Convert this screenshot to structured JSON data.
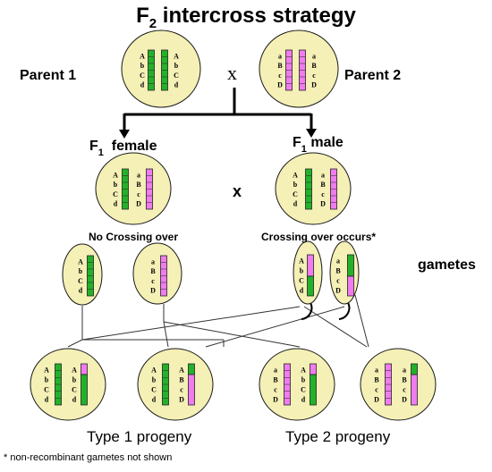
{
  "title": {
    "main": "F",
    "sub": "2",
    "rest": " intercross strategy"
  },
  "labels": {
    "parent1": "Parent 1",
    "parent2": "Parent 2",
    "cross_symbol_top": "x",
    "cross_symbol_mid": "x",
    "f1_female_prefix": "F",
    "f1_female_sub": "1",
    "f1_female_rest": "  female",
    "f1_male_prefix": "F",
    "f1_male_sub": "1",
    "f1_male_rest": " male",
    "no_crossing": "No Crossing over",
    "crossing": "Crossing over occurs*",
    "gametes": "gametes",
    "type1": "Type 1 progeny",
    "type2": "Type 2 progeny",
    "footnote": "* non-recombinant gametes not shown"
  },
  "alleles": {
    "parent1_left": [
      "A",
      "b",
      "C",
      "d"
    ],
    "parent1_right": [
      "A",
      "b",
      "C",
      "d"
    ],
    "parent2_left": [
      "a",
      "B",
      "c",
      "D"
    ],
    "parent2_right": [
      "a",
      "B",
      "c",
      "D"
    ],
    "f1_female_left": [
      "A",
      "b",
      "C",
      "d"
    ],
    "f1_female_right": [
      "a",
      "B",
      "c",
      "D"
    ],
    "f1_male_left": [
      "A",
      "b",
      "C",
      "d"
    ],
    "f1_male_right": [
      "a",
      "B",
      "c",
      "D"
    ],
    "gamete1": [
      "A",
      "b",
      "C",
      "d"
    ],
    "gamete2": [
      "a",
      "B",
      "c",
      "D"
    ],
    "gamete3": [
      "A",
      "b",
      "C",
      "d"
    ],
    "gamete4": [
      "a",
      "B",
      "c",
      "D"
    ],
    "prog1_left": [
      "A",
      "b",
      "C",
      "d"
    ],
    "prog1_right": [
      "A",
      "b",
      "C",
      "d"
    ],
    "prog2_left": [
      "A",
      "b",
      "C",
      "d"
    ],
    "prog2_right": [
      "A",
      "B",
      "c",
      "D"
    ],
    "prog3_left": [
      "a",
      "B",
      "c",
      "D"
    ],
    "prog3_right": [
      "A",
      "b",
      "C",
      "d"
    ],
    "prog4_left": [
      "a",
      "B",
      "c",
      "D"
    ],
    "prog4_right": [
      "a",
      "B",
      "c",
      "D"
    ]
  },
  "colors": {
    "green": "#22b22a",
    "pink": "#f07cf0",
    "cell_fill": "#f4f0b6",
    "cell_stroke": "#1a1a1a"
  }
}
